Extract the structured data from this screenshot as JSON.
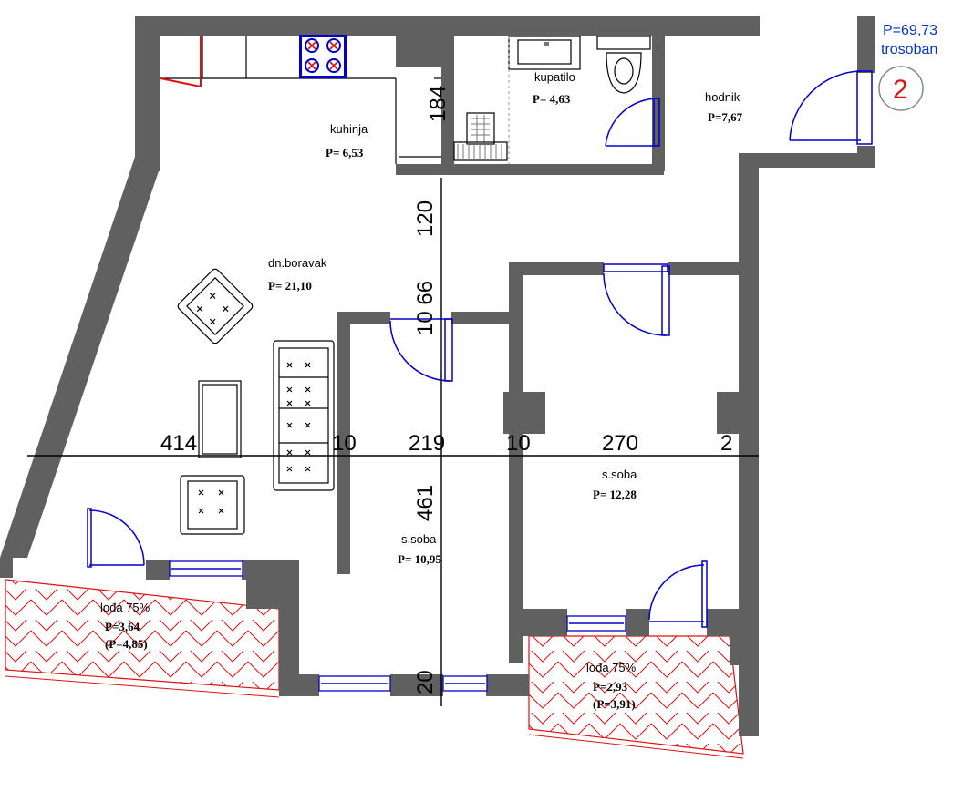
{
  "info": {
    "total_area": "P=69,73",
    "type": "trosoban",
    "unit_number": "2"
  },
  "rooms": {
    "kitchen": {
      "name": "kuhinja",
      "area": "P= 6,53"
    },
    "bathroom": {
      "name": "kupatilo",
      "area": "P= 4,63"
    },
    "hallway": {
      "name": "hodnik",
      "area": "P=7,67"
    },
    "living": {
      "name": "dn.boravak",
      "area": "P= 21,10"
    },
    "bedroom_middle": {
      "name": "s.soba",
      "area": "P= 10,95"
    },
    "bedroom_right": {
      "name": "s.soba",
      "area": "P= 12,28"
    },
    "loggia_left": {
      "name": "lođa 75%",
      "area": "P=3,64",
      "area_full": "(P=4,85)"
    },
    "loggia_right": {
      "name": "lođa 75%",
      "area": "P=2,93",
      "area_full": "(P=3,91)"
    }
  },
  "dimensions": {
    "d184": "184",
    "d120": "120",
    "d1066": "10 66",
    "d414": "414",
    "d10a": "10",
    "d219": "219",
    "d10b": "10",
    "d270": "270",
    "d2": "2",
    "d461": "461",
    "d20": "20"
  },
  "colors": {
    "wall": "#606060",
    "door": "#0000cc",
    "hatch": "#e01010",
    "info_text": "#0033cc",
    "unit_circle": "#e01010"
  }
}
